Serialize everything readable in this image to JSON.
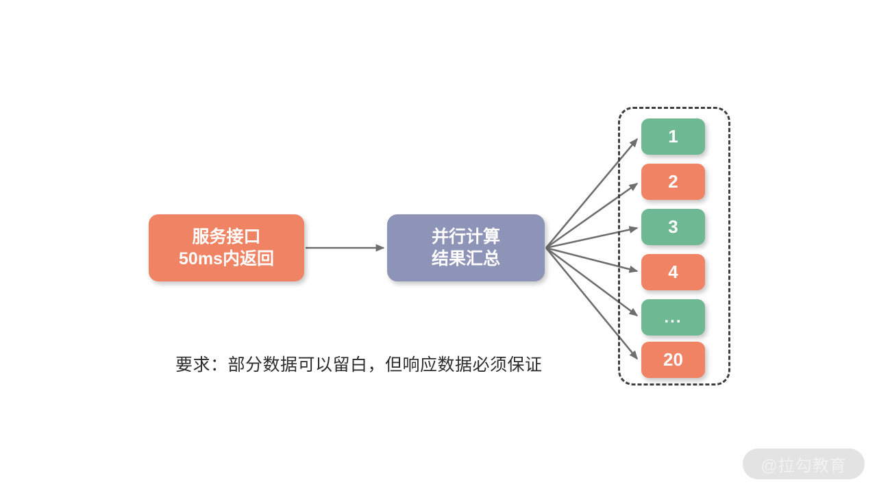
{
  "diagram": {
    "service_node": {
      "lines": [
        "服务接口",
        "50ms内返回"
      ],
      "color": "#F08364"
    },
    "aggregate_node": {
      "lines": [
        "并行计算",
        "结果汇总"
      ],
      "color": "#8E93B8"
    },
    "worker_group": {
      "border_color": "#3f3f3f",
      "workers": [
        {
          "label": "1",
          "color": "#6FB894",
          "variant": "green"
        },
        {
          "label": "2",
          "color": "#F08364",
          "variant": "orange"
        },
        {
          "label": "3",
          "color": "#6FB894",
          "variant": "green"
        },
        {
          "label": "4",
          "color": "#F08364",
          "variant": "orange"
        },
        {
          "label": "...",
          "color": "#6FB894",
          "variant": "green"
        },
        {
          "label": "20",
          "color": "#F08364",
          "variant": "orange"
        }
      ]
    },
    "caption": "要求：部分数据可以留白，但响应数据必须保证",
    "arrow_color": "#6E6E6E"
  },
  "watermark": {
    "text": "@拉勾教育"
  }
}
